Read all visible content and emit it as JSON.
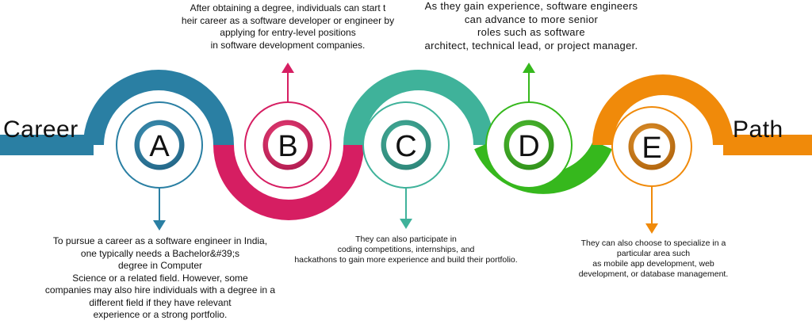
{
  "title_left": "Career",
  "title_right": "Path",
  "colors": {
    "a": "#2a7fa3",
    "b": "#d61e62",
    "c": "#3fb29a",
    "d": "#36b81d",
    "e": "#f08a0a"
  },
  "steps": [
    {
      "letter": "A",
      "text": "To pursue a career as a software engineer in India,\none typically needs a Bachelor&#39;s\ndegree in Computer\nScience or a related field. However, some\ncompanies may also hire individuals with a degree in a\ndifferent field if they have relevant\nexperience or a strong portfolio."
    },
    {
      "letter": "B",
      "text": "After obtaining a degree, individuals can start t\nheir career as a software developer or engineer by\napplying for entry-level positions\nin software development companies."
    },
    {
      "letter": "C",
      "text": "They can also participate in\ncoding competitions, internships, and\nhackathons to gain more experience and build their portfolio."
    },
    {
      "letter": "D",
      "text": "As they gain experience, software engineers\ncan advance to more senior\nroles such as software\narchitect, technical lead, or project manager."
    },
    {
      "letter": "E",
      "text": "They can also choose to specialize in a\nparticular area such\nas mobile app development, web\ndevelopment, or database management."
    }
  ]
}
